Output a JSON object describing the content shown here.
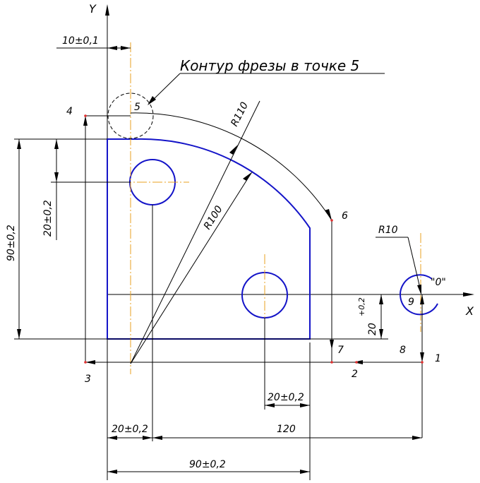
{
  "axes": {
    "y": "Y",
    "x": "X"
  },
  "title": "Контур фрезы в точке 5",
  "points": {
    "p1": "1",
    "p2": "2",
    "p3": "3",
    "p4": "4",
    "p5": "5",
    "p6": "6",
    "p7": "7",
    "p8": "8",
    "p9": "9"
  },
  "dims": {
    "top_offset": "10±0,1",
    "height_total": "90±0,2",
    "hole_y": "20±0,2",
    "r_outer": "R110",
    "r_inner": "R100",
    "r_tool": "R10",
    "origin": "\"0\"",
    "small_height_base": "20",
    "small_height_tol": "+0,2",
    "hole2_dx": "20±0,2",
    "left_20": "20±0,2",
    "dim_120": "120",
    "width_total": "90±0,2"
  }
}
